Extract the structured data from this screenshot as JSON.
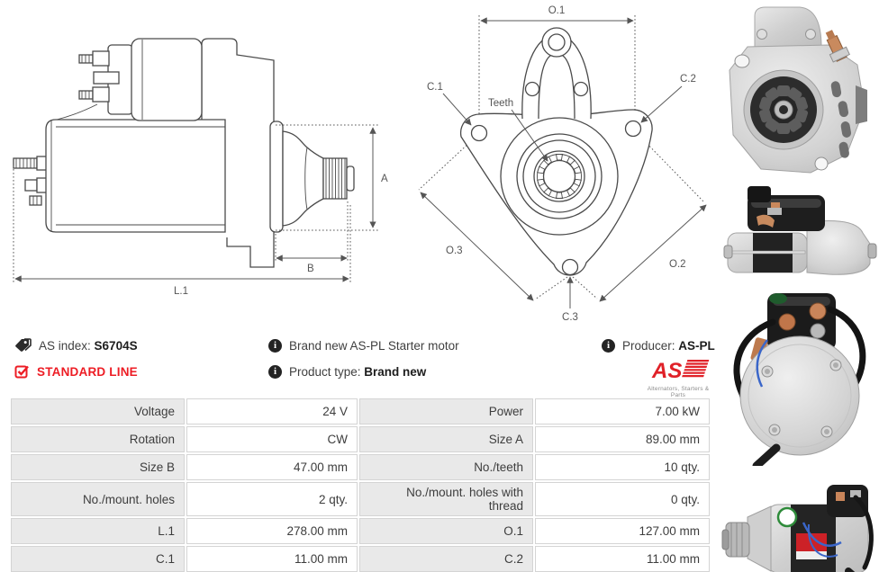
{
  "product": {
    "as_index_label": "AS index: ",
    "as_index_value": "S6704S",
    "standard_line_label": "STANDARD LINE",
    "brand_new_text": "Brand new AS-PL Starter motor",
    "product_type_label": "Product type: ",
    "product_type_value": "Brand new",
    "producer_label": "Producer: ",
    "producer_value": "AS-PL"
  },
  "logo": {
    "text": "AS",
    "tagline": "Alternators, Starters & Parts"
  },
  "drawings": {
    "side_view": {
      "dim_a": "A",
      "dim_b": "B",
      "dim_l1": "L.1"
    },
    "front_view": {
      "dim_o1": "O.1",
      "dim_o2": "O.2",
      "dim_o3": "O.3",
      "dim_c1": "C.1",
      "dim_c2": "C.2",
      "dim_c3": "C.3",
      "teeth_label": "Teeth"
    }
  },
  "spec_table": {
    "rows": [
      {
        "label1": "Voltage",
        "value1": "24 V",
        "label2": "Power",
        "value2": "7.00 kW"
      },
      {
        "label1": "Rotation",
        "value1": "CW",
        "label2": "Size A",
        "value2": "89.00 mm"
      },
      {
        "label1": "Size B",
        "value1": "47.00 mm",
        "label2": "No./teeth",
        "value2": "10 qty."
      },
      {
        "label1": "No./mount. holes",
        "value1": "2 qty.",
        "label2": "No./mount. holes with thread",
        "value2": "0 qty."
      },
      {
        "label1": "L.1",
        "value1": "278.00 mm",
        "label2": "O.1",
        "value2": "127.00 mm"
      },
      {
        "label1": "C.1",
        "value1": "11.00 mm",
        "label2": "C.2",
        "value2": "11.00 mm"
      }
    ]
  },
  "colors": {
    "accent_red": "#ed1c24",
    "table_label_bg": "#e9e9e9",
    "table_border": "#d4d4d4",
    "text": "#3c3c3c",
    "drawing_line": "#4a4a4a"
  }
}
